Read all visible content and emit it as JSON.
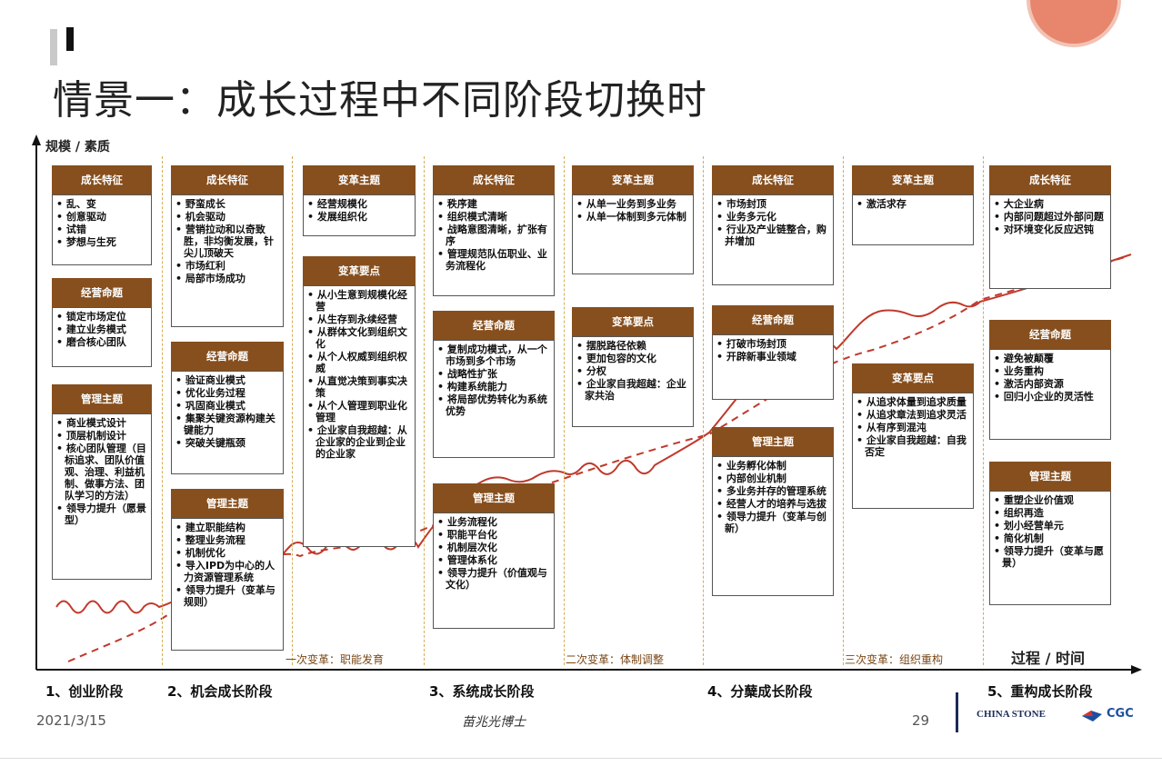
{
  "title": "情景一：成长过程中不同阶段切换时",
  "y_axis_label": "规模 / 素质",
  "x_axis_label": "过程 / 时间",
  "columns": [
    {
      "blocks": [
        {
          "header": "成长特征",
          "items": [
            "乱、变",
            "创意驱动",
            "试错",
            "梦想与生死"
          ]
        },
        {
          "header": "经营命题",
          "items": [
            "锁定市场定位",
            "建立业务模式",
            "磨合核心团队"
          ]
        },
        {
          "header": "管理主题",
          "items": [
            "商业模式设计",
            "顶层机制设计",
            "核心团队管理（目标追求、团队价值观、治理、利益机制、做事方法、团队学习的方法）",
            "领导力提升（愿景型）"
          ]
        }
      ]
    },
    {
      "blocks": [
        {
          "header": "成长特征",
          "items": [
            "野蛮成长",
            "机会驱动",
            "营销拉动和以奇致胜，非均衡发展，针尖儿顶破天",
            "市场红利",
            "局部市场成功"
          ]
        },
        {
          "header": "经营命题",
          "items": [
            "验证商业模式",
            "优化业务过程",
            "巩固商业模式",
            "集聚关键资源构建关键能力",
            "突破关键瓶颈"
          ]
        },
        {
          "header": "管理主题",
          "items": [
            "建立职能结构",
            "整理业务流程",
            "机制优化",
            "导入IPD为中心的人力资源管理系统",
            "领导力提升（变革与规则）"
          ]
        }
      ]
    },
    {
      "blocks": [
        {
          "header": "变革主题",
          "items": [
            "经营规模化",
            "发展组织化"
          ]
        },
        {
          "header": "变革要点",
          "items": [
            "从小生意到规模化经营",
            "从生存到永续经营",
            "从群体文化到组织文化",
            "从个人权威到组织权威",
            "从直觉决策到事实决策",
            "从个人管理到职业化管理",
            "企业家自我超越：从企业家的企业到企业的企业家"
          ]
        }
      ]
    },
    {
      "blocks": [
        {
          "header": "成长特征",
          "items": [
            "秩序建",
            "组织模式清晰",
            "战略意图清晰，扩张有序",
            "管理规范队伍职业、业务流程化"
          ]
        },
        {
          "header": "经营命题",
          "items": [
            "复制成功模式，从一个市场到多个市场",
            "战略性扩张",
            "构建系统能力",
            "将局部优势转化为系统优势"
          ]
        },
        {
          "header": "管理主题",
          "items": [
            "业务流程化",
            "职能平台化",
            "机制层次化",
            "管理体系化",
            "领导力提升（价值观与文化）"
          ]
        }
      ]
    },
    {
      "blocks": [
        {
          "header": "变革主题",
          "items": [
            "从单一业务到多业务",
            "从单一体制到多元体制"
          ]
        },
        {
          "header": "变革要点",
          "items": [
            "摆脱路径依赖",
            "更加包容的文化",
            "分权",
            "企业家自我超越：企业家共治"
          ]
        }
      ]
    },
    {
      "blocks": [
        {
          "header": "成长特征",
          "items": [
            "市场封顶",
            "业务多元化",
            "行业及产业链整合，购并增加"
          ]
        },
        {
          "header": "经营命题",
          "items": [
            "打破市场封顶",
            "开辟新事业领域"
          ]
        },
        {
          "header": "管理主题",
          "items": [
            "业务孵化体制",
            "内部创业机制",
            "多业务并存的管理系统",
            "经营人才的培养与选拔",
            "领导力提升（变革与创新）"
          ]
        }
      ]
    },
    {
      "blocks": [
        {
          "header": "变革主题",
          "items": [
            "激活求存"
          ]
        },
        {
          "header": "变革要点",
          "items": [
            "从追求体量到追求质量",
            "从追求章法到追求灵活",
            "从有序到混沌",
            "企业家自我超越：自我否定"
          ]
        }
      ]
    },
    {
      "blocks": [
        {
          "header": "成长特征",
          "items": [
            "大企业病",
            "内部问题超过外部问题",
            "对环境变化反应迟钝"
          ]
        },
        {
          "header": "经营命题",
          "items": [
            "避免被颠覆",
            "业务重构",
            "激活内部资源",
            "回归小企业的灵活性"
          ]
        },
        {
          "header": "管理主题",
          "items": [
            "重塑企业价值观",
            "组织再造",
            "划小经营单元",
            "简化机制",
            "领导力提升（变革与愿景）"
          ]
        }
      ]
    }
  ],
  "transitions": [
    "一次变革：职能发育",
    "二次变革：体制调整",
    "三次变革：组织重构"
  ],
  "stages": [
    "1、创业阶段",
    "2、机会成长阶段",
    "3、系统成长阶段",
    "4、分蘖成长阶段",
    "5、重构成长阶段"
  ],
  "footer": {
    "date": "2021/3/15",
    "center": "苗兆光博士",
    "page": "29",
    "logo_left": "CHINA STONE",
    "logo_right": "CGC"
  },
  "colors": {
    "header_bg": "#874f1e",
    "curve": "#c0392b",
    "divider": "#d6ad55",
    "logo": "#1b2b57"
  }
}
